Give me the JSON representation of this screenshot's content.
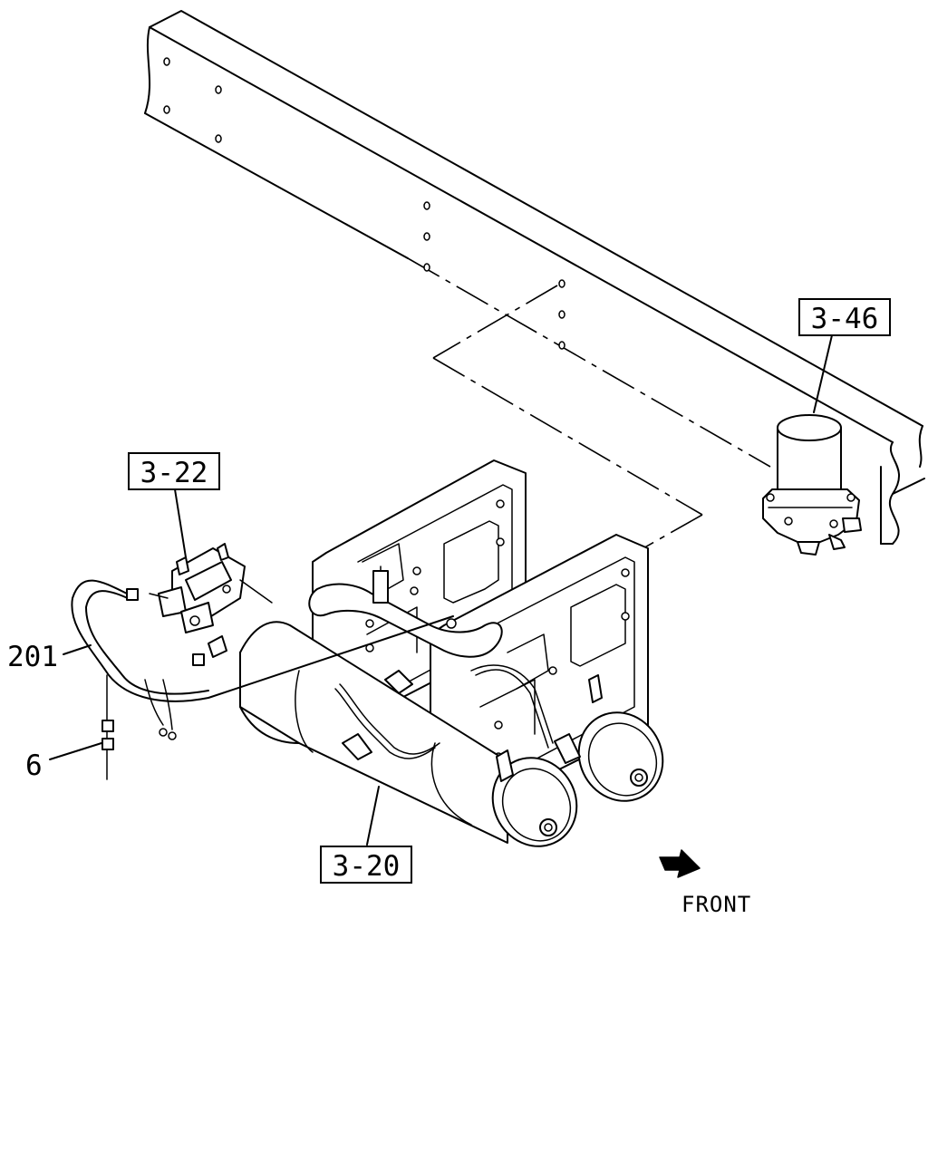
{
  "callouts": {
    "ref_3_46": "3-46",
    "ref_3_22": "3-22",
    "ref_3_20": "3-20",
    "part_201": "201",
    "part_6": "6"
  },
  "direction": {
    "label": "FRONT",
    "icon": "arrow-right-icon"
  },
  "colors": {
    "line": "#000000",
    "background": "#ffffff"
  }
}
